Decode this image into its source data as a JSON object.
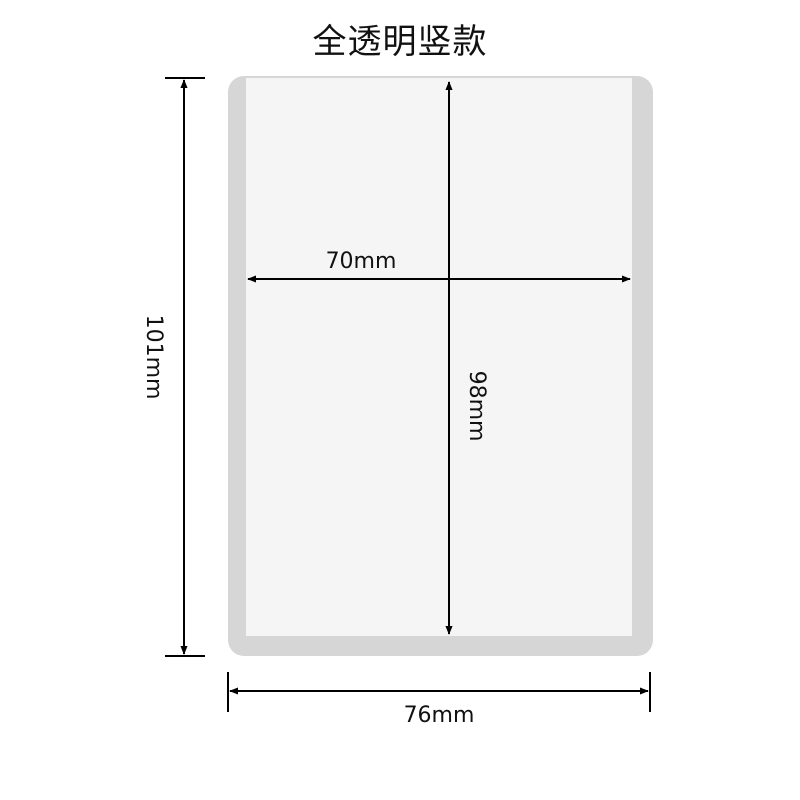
{
  "title": "全透明竖款",
  "dimensions": {
    "outer_height": "101mm",
    "inner_height": "98mm",
    "inner_width": "70mm",
    "outer_width": "76mm"
  },
  "colors": {
    "sleeve_border": "#d6d6d6",
    "sleeve_inner": "#f4f4f4",
    "line": "#000000"
  }
}
